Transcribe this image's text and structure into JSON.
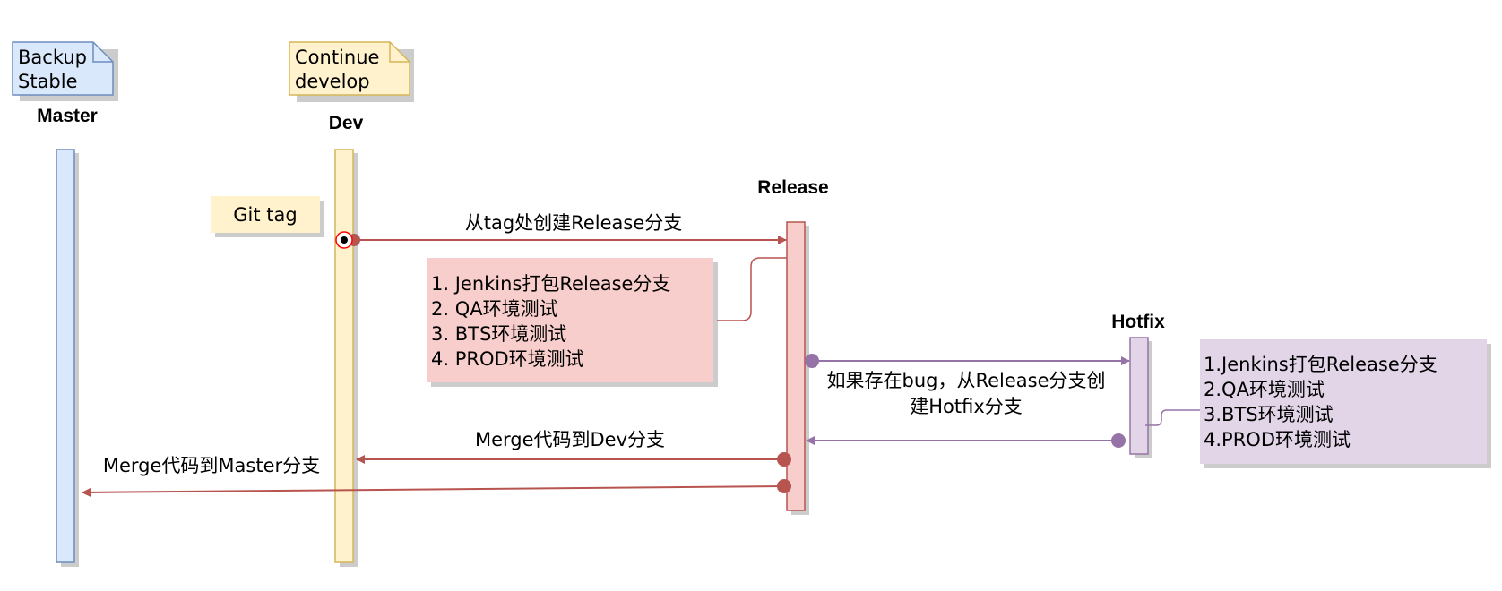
{
  "notes": {
    "master_note": {
      "line1": "Backup",
      "line2": "Stable"
    },
    "dev_note": {
      "line1": "Continue",
      "line2": "develop"
    }
  },
  "lanes": {
    "master": "Master",
    "dev": "Dev",
    "release": "Release",
    "hotfix": "Hotfix"
  },
  "git_tag": "Git tag",
  "arrows": {
    "create_release": "从tag处创建Release分支",
    "create_hotfix_line1": "如果存在bug，从Release分支创",
    "create_hotfix_line2": "建Hotfix分支",
    "merge_dev": "Merge代码到Dev分支",
    "merge_master": "Merge代码到Master分支"
  },
  "release_steps": [
    "1. Jenkins打包Release分支",
    "2. QA环境测试",
    "3. BTS环境测试",
    "4. PROD环境测试"
  ],
  "hotfix_steps": [
    "1.Jenkins打包Release分支",
    "2.QA环境测试",
    "3.BTS环境测试",
    "4.PROD环境测试"
  ],
  "colors": {
    "master_fill": "#dae8fc",
    "master_stroke": "#6c8ebf",
    "dev_fill": "#fff2cc",
    "dev_stroke": "#d6b656",
    "release_fill": "#f8cecc",
    "release_stroke": "#b85450",
    "hotfix_fill": "#e1d5e7",
    "hotfix_stroke": "#9673a6",
    "arrow_red": "#b85450",
    "arrow_purple": "#9673a6"
  }
}
